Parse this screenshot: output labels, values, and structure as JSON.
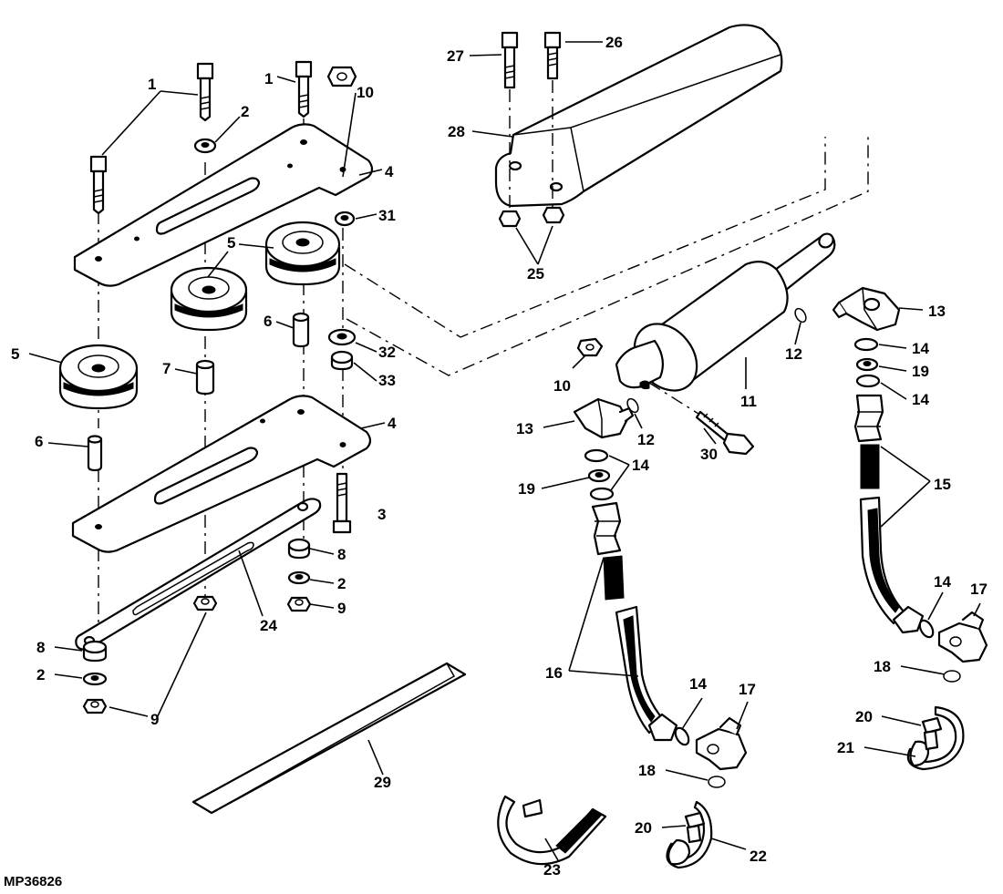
{
  "figure_id": "MP36826",
  "callouts": [
    "1",
    "1",
    "2",
    "10",
    "4",
    "31",
    "5",
    "5",
    "5",
    "6",
    "6",
    "7",
    "32",
    "33",
    "4",
    "3",
    "8",
    "2",
    "9",
    "24",
    "8",
    "2",
    "9",
    "27",
    "26",
    "28",
    "25",
    "13",
    "12",
    "14",
    "19",
    "14",
    "10",
    "11",
    "12",
    "13",
    "14",
    "19",
    "14",
    "30",
    "15",
    "16",
    "14",
    "17",
    "14",
    "17",
    "18",
    "18",
    "20",
    "21",
    "29",
    "20",
    "23",
    "22"
  ],
  "colors": {
    "line": "#000000",
    "background": "#ffffff"
  }
}
